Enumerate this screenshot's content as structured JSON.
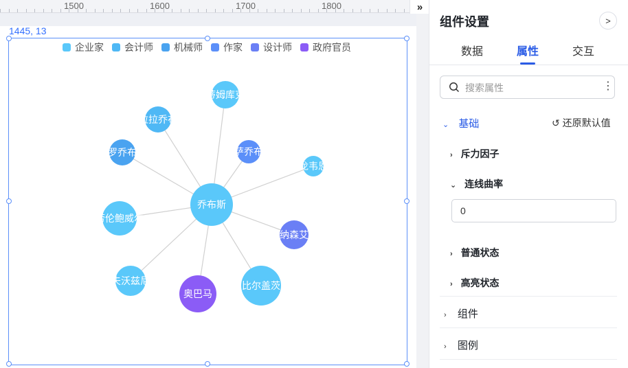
{
  "canvas": {
    "ruler_labels": [
      "1500",
      "1600",
      "1700",
      "1800"
    ],
    "position_readout": "1445, 13",
    "legend": [
      {
        "label": "企业家",
        "color": "#5ac8fa"
      },
      {
        "label": "会计师",
        "color": "#4fb8f5"
      },
      {
        "label": "机械师",
        "color": "#4aa3f0"
      },
      {
        "label": "作家",
        "color": "#5b8ff9"
      },
      {
        "label": "设计师",
        "color": "#6a7ff5"
      },
      {
        "label": "政府官员",
        "color": "#8b5cf6"
      }
    ],
    "graph": {
      "center": {
        "label": "乔布斯",
        "category": "企业家"
      },
      "nodes": [
        {
          "label": "蒂姆库克",
          "category": "企业家"
        },
        {
          "label": "克拉拉乔布斯",
          "category": "会计师"
        },
        {
          "label": "丽萨乔布斯",
          "category": "作家"
        },
        {
          "label": "保罗乔布斯",
          "category": "机械师"
        },
        {
          "label": "龙韦恩",
          "category": "企业家"
        },
        {
          "label": "劳伦鲍威尔",
          "category": "企业家"
        },
        {
          "label": "乔纳森艾夫",
          "category": "设计师"
        },
        {
          "label": "史蒂夫沃兹尼艾克",
          "category": "企业家"
        },
        {
          "label": "比尔盖茨",
          "category": "企业家"
        },
        {
          "label": "奥巴马",
          "category": "政府官员"
        }
      ]
    }
  },
  "panel": {
    "title": "组件设置",
    "tabs": [
      "数据",
      "属性",
      "交互"
    ],
    "active_tab": "属性",
    "search_placeholder": "搜索属性",
    "basic": {
      "label": "基础",
      "reset_label": "还原默认值"
    },
    "items": {
      "repulsion": "斥力因子",
      "curvature": "连线曲率",
      "curvature_value": "0",
      "normal_state": "普通状态",
      "highlight_state": "高亮状态"
    },
    "sections": [
      "组件",
      "图例"
    ]
  }
}
